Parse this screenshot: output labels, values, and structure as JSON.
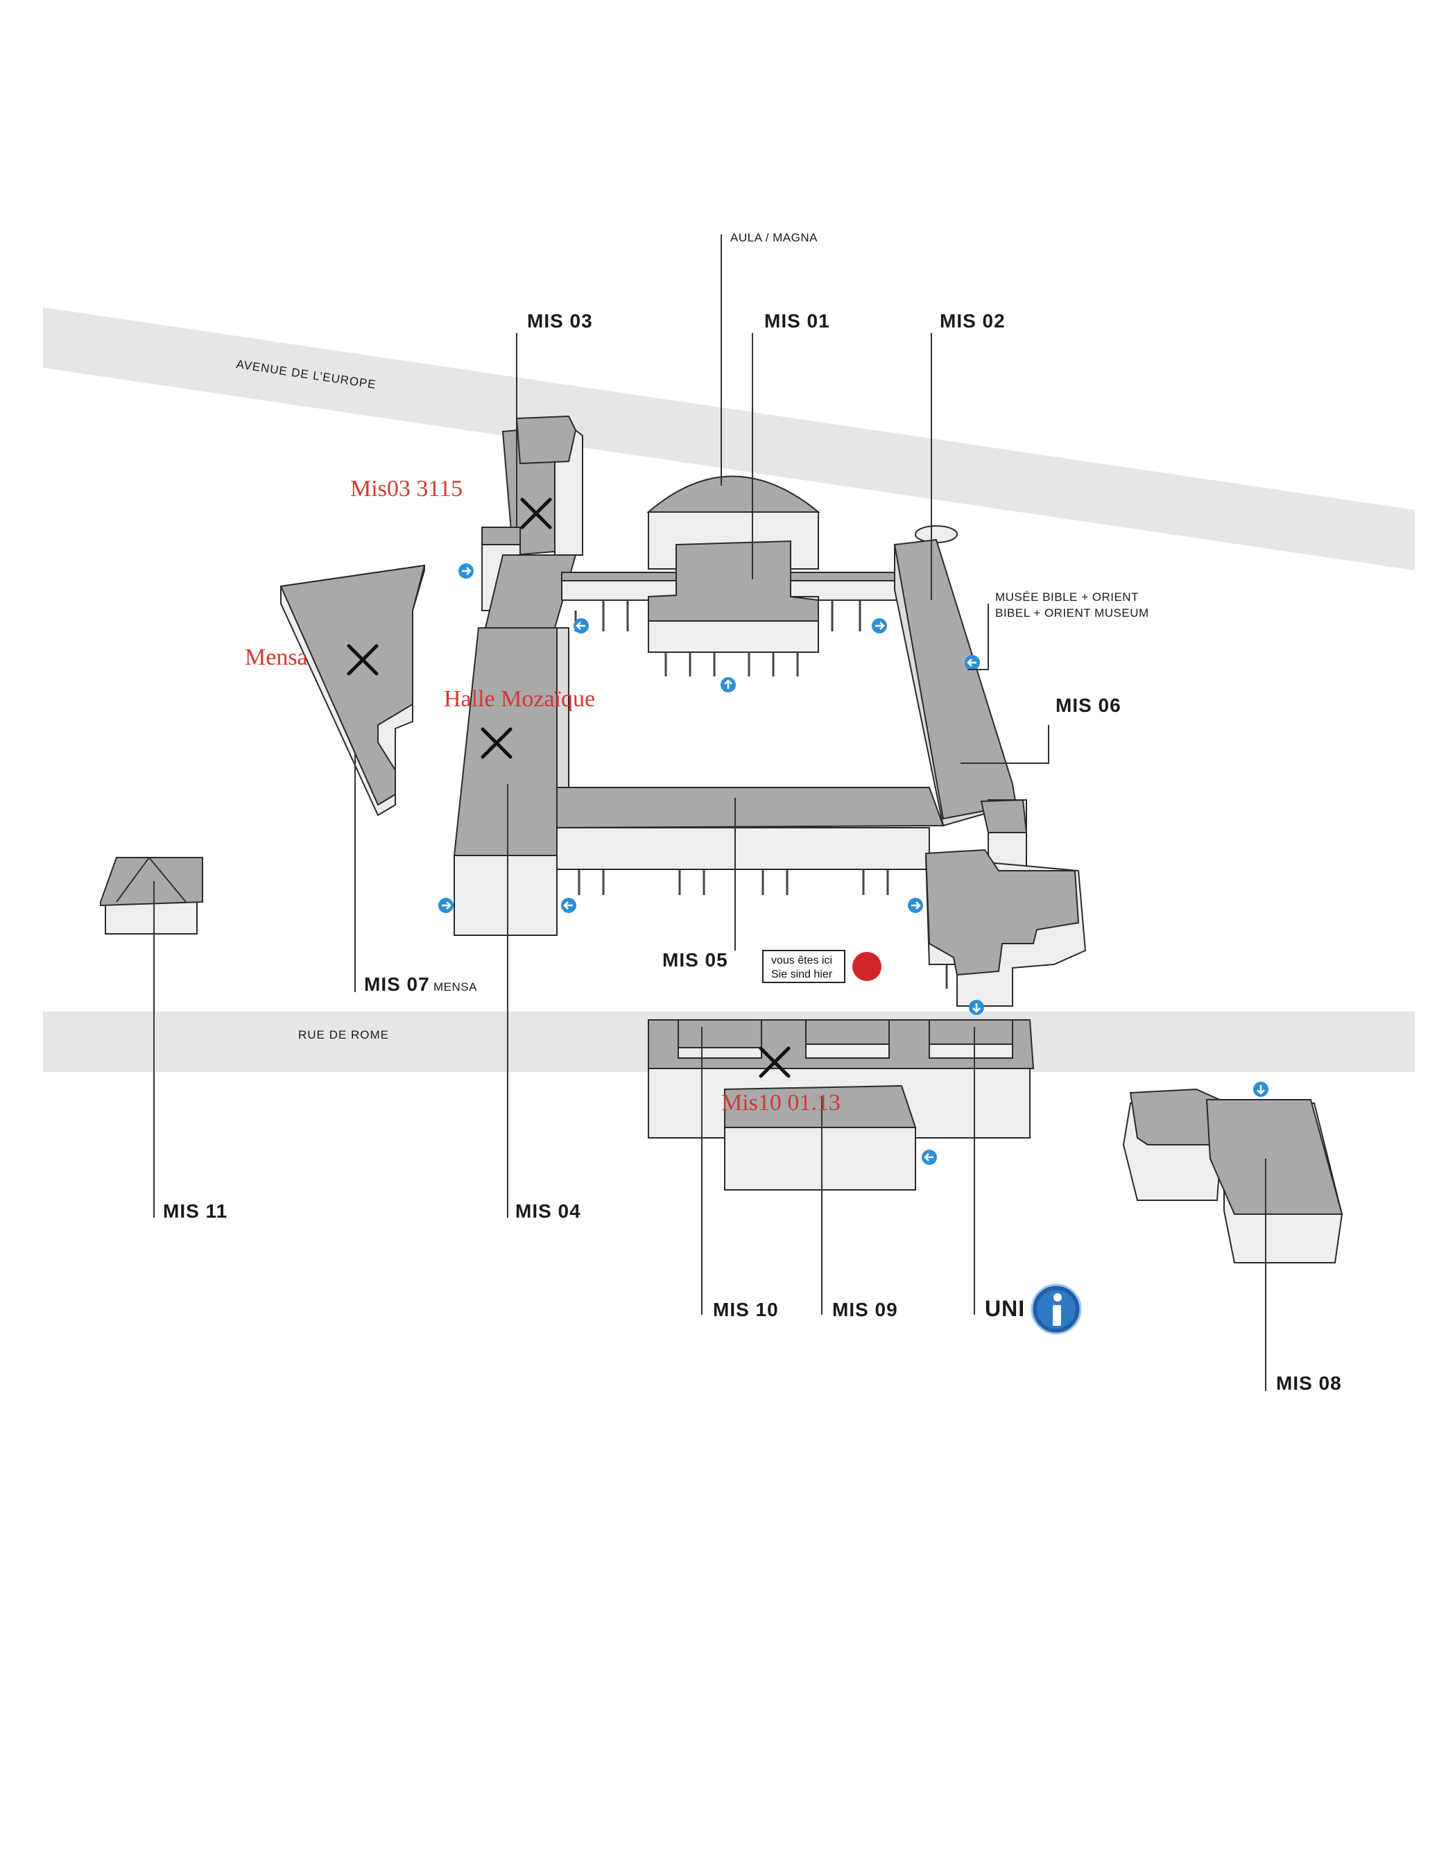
{
  "roads": {
    "avenue": "AVENUE DE L’EUROPE",
    "rue": "RUE DE ROME"
  },
  "labels": {
    "aula": "AULA / MAGNA",
    "mis01": "MIS 01",
    "mis02": "MIS 02",
    "mis03": "MIS 03",
    "mis04": "MIS 04",
    "mis05": "MIS 05",
    "mis06": "MIS 06",
    "mis07": "MIS 07",
    "mis07_sub": "MENSA",
    "mis08": "MIS 08",
    "mis09": "MIS 09",
    "mis10": "MIS 10",
    "mis11": "MIS 11",
    "uni": "UNI",
    "musee_fr": "MUSÉE BIBLE + ORIENT",
    "musee_de": "BIBEL + ORIENT MUSEUM"
  },
  "you_are_here": {
    "fr": "vous êtes ici",
    "de": "Sie sind hier",
    "dot_color": "#d0262b"
  },
  "annotations": {
    "mis03_room": "Mis03 3115",
    "mensa": "Mensa",
    "halle": "Halle Mozaïque",
    "mis10_room": "Mis10 01.13",
    "color": "#d23a32"
  },
  "icons": {
    "info": "info-icon",
    "entrance": "entrance-arrow-icon",
    "marker": "x-marker-icon"
  }
}
